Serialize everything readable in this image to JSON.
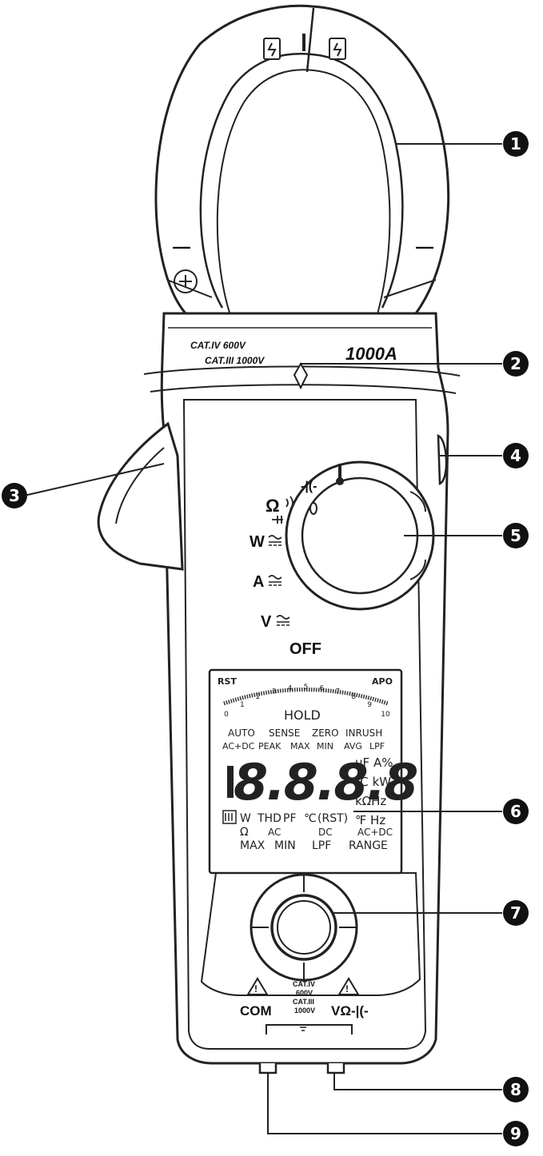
{
  "markers": [
    "1",
    "2",
    "3",
    "4",
    "5",
    "6",
    "7",
    "8",
    "9"
  ],
  "jaw": {
    "minus_left": "—",
    "minus_right": "—"
  },
  "body": {
    "cat_iv": "CAT.IV 600V",
    "cat_iii": "CAT.III 1000V",
    "rating": "1000A"
  },
  "dial": {
    "cap": "-|(-",
    "ohm": "Ω",
    "watt": "W",
    "amp": "A",
    "volt": "V",
    "off": "OFF"
  },
  "lcd": {
    "rst": "RST",
    "apo": "APO",
    "ticks": [
      "0",
      "1",
      "2",
      "3",
      "4",
      "5",
      "6",
      "7",
      "8",
      "9",
      "10"
    ],
    "hold": "HOLD",
    "row1": [
      "AUTO",
      "SENSE",
      "ZERO",
      "INRUSH"
    ],
    "row2": [
      "AC+DC",
      "PEAK",
      "MAX",
      "MIN",
      "AVG",
      "LPF"
    ],
    "digits": "8.8.8.8",
    "unit1": "μF A%",
    "unit2": "℃ kW",
    "unit3": "kΩHz",
    "unit4": "℉ Hz",
    "row3": [
      "W",
      "THD",
      "PF",
      "℃",
      "(RST)"
    ],
    "row4": [
      "Ω",
      "AC",
      "DC",
      "AC+DC"
    ],
    "row5": [
      "MAX",
      "MIN",
      "LPF",
      "RANGE"
    ]
  },
  "terminals": {
    "com": "COM",
    "vohm": "VΩ-|(-",
    "cat_a": "CAT.IV",
    "cat_b": "600V",
    "cat_c": "CAT.III",
    "cat_d": "1000V"
  },
  "colors": {
    "outline": "#222222",
    "marker": "#111111"
  }
}
